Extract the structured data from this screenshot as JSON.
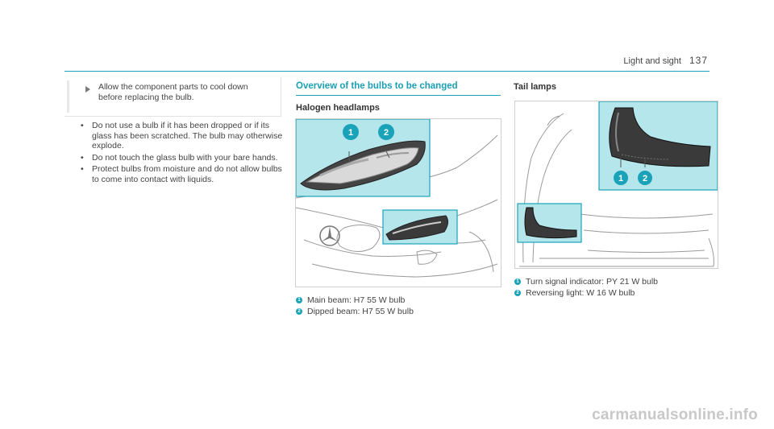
{
  "header": {
    "section": "Light and sight",
    "page": "137"
  },
  "note": {
    "text": "Allow the component parts to cool down before replacing the bulb."
  },
  "bullets": [
    "Do not use a bulb if it has been dropped or if its glass has been scratched. The bulb may otherwise explode.",
    "Do not touch the glass bulb with your bare hands.",
    "Protect bulbs from moisture and do not allow bulbs to come into contact with liquids."
  ],
  "bullet_symbol": "•",
  "overview": {
    "title": "Overview of the bulbs to be changed",
    "headlamps": {
      "title": "Halogen headlamps",
      "callouts": [
        "1",
        "2"
      ],
      "legend": [
        {
          "num": "1",
          "text": "Main beam: H7 55 W bulb"
        },
        {
          "num": "2",
          "text": "Dipped beam: H7 55 W bulb"
        }
      ]
    },
    "taillamps": {
      "title": "Tail lamps",
      "callouts": [
        "1",
        "2"
      ],
      "legend": [
        {
          "num": "1",
          "text": "Turn signal indicator: PY 21 W bulb"
        },
        {
          "num": "2",
          "text": "Reversing light: W 16 W bulb"
        }
      ]
    }
  },
  "watermark": "carmanualsonline.info",
  "colors": {
    "accent": "#1aa3b8",
    "highlight": "#b5e6ec"
  }
}
